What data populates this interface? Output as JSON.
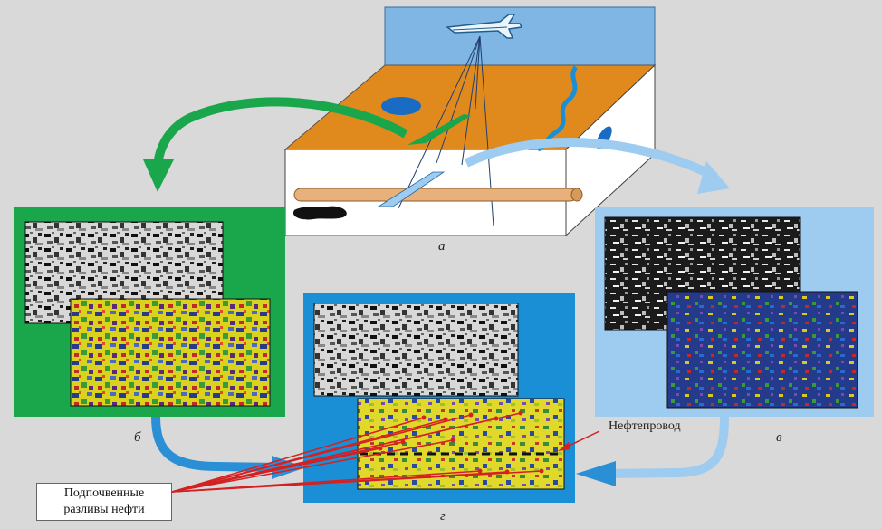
{
  "labels": {
    "a": "а",
    "b": "б",
    "v": "в",
    "g": "г",
    "pipeline": "Нефтепровод",
    "leaks_line1": "Подпочвенные",
    "leaks_line2": "разливы нефти"
  },
  "colors": {
    "background": "#d9d9d9",
    "sky": "#7fb6e4",
    "ground": "#e08a1e",
    "green_panel": "#1aa64a",
    "light_blue_panel": "#9ecbf0",
    "blue_panel": "#1a8fd6",
    "arrow_green": "#1aa64a",
    "arrow_light_blue": "#9ecbf0",
    "arrow_blue": "#2b8fd6",
    "pipe": "#e8b07a",
    "red_arrows": "#d42020"
  },
  "icons": [
    "airplane-icon"
  ]
}
